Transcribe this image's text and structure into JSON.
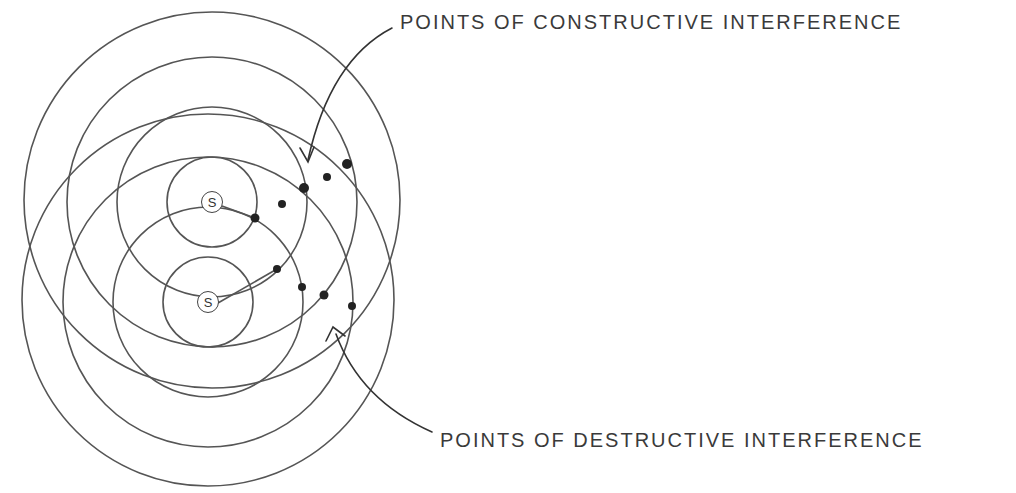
{
  "diagram": {
    "nodes": [
      {
        "text": [
          "S"
        ]
      },
      {
        "text": [
          "S"
        ]
      }
    ],
    "labels": [
      "POINTS OF CONSTRUCTIVE INTERFERENCE",
      "POINTS OF DESTRUCTIVE INTERFERENCE"
    ]
  }
}
